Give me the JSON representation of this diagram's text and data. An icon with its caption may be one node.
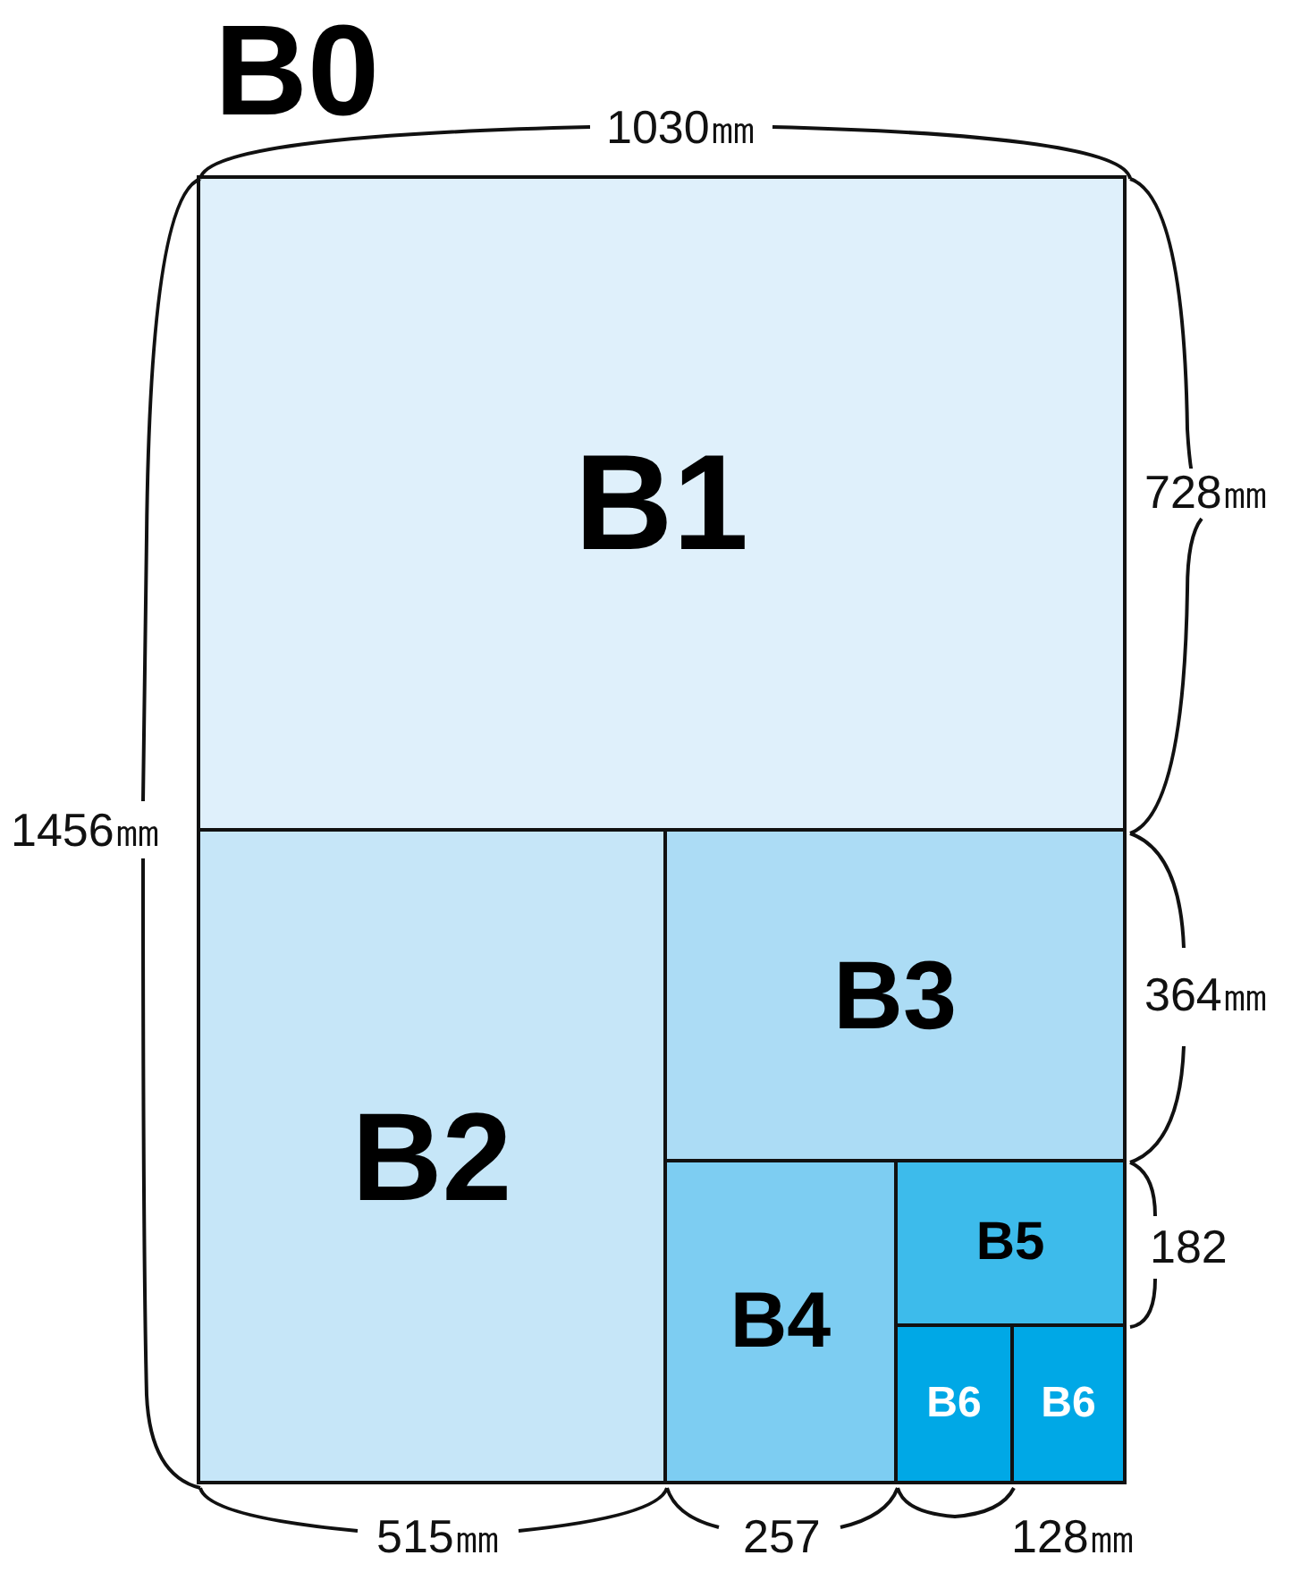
{
  "diagram": {
    "nodes": [
      {
        "text": [
          "B0"
        ]
      },
      {
        "text": [
          "B1"
        ],
        "in": 0
      },
      {
        "text": [
          "B2"
        ],
        "in": 0
      },
      {
        "text": [
          "B3"
        ],
        "in": 0
      },
      {
        "text": [
          "B4"
        ],
        "in": 0
      },
      {
        "text": [
          "B5"
        ],
        "in": 0
      },
      {
        "text": [
          "B6"
        ],
        "in": 0
      },
      {
        "text": [
          "B6"
        ],
        "in": 0
      }
    ],
    "labels": [
      "1030㎜",
      "728㎜",
      "1456㎜",
      "364㎜",
      "182",
      "515㎜",
      "257",
      "128㎜"
    ]
  }
}
